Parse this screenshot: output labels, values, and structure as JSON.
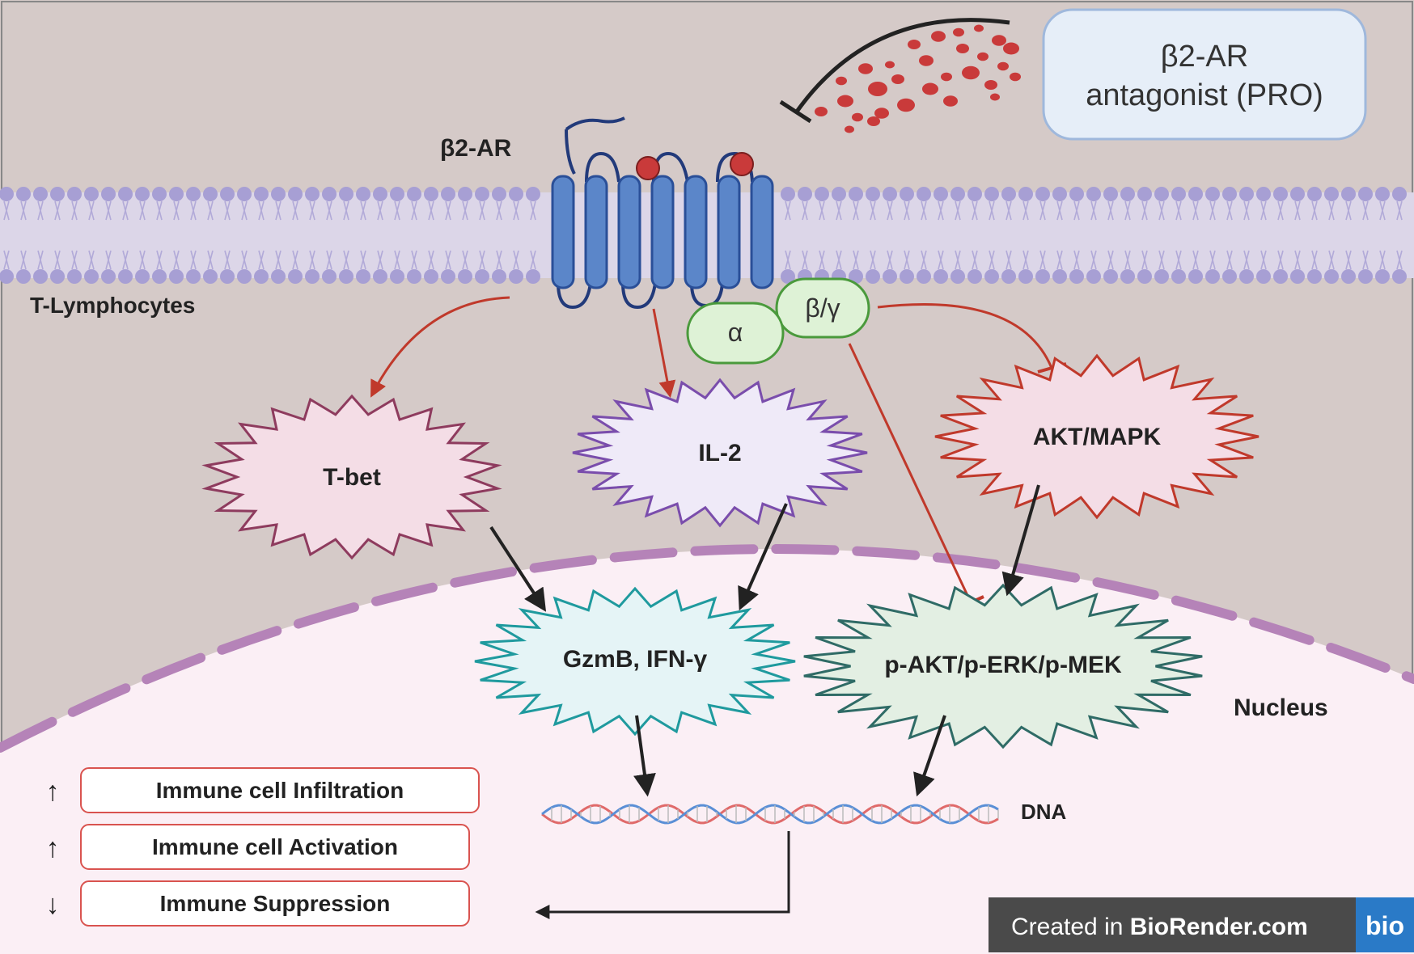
{
  "antagonist_box": {
    "line1": "β2-AR",
    "line2": "antagonist (PRO)"
  },
  "receptor_label": "β2-AR",
  "cell_label": "T-Lymphocytes",
  "g_protein": {
    "alpha": "α",
    "beta_gamma": "β/γ"
  },
  "nodes": {
    "tbet": "T-bet",
    "il2": "IL-2",
    "aktmapk": "AKT/MAPK",
    "gzmb": "GzmB, IFN-γ",
    "pakt": "p-AKT/p-ERK/p-MEK"
  },
  "nucleus_label": "Nucleus",
  "dna_label": "DNA",
  "outcomes": [
    {
      "arrow": "↑",
      "label": "Immune cell Infiltration"
    },
    {
      "arrow": "↑",
      "label": "Immune cell Activation"
    },
    {
      "arrow": "↓",
      "label": "Immune Suppression"
    }
  ],
  "watermark": {
    "prefix": "Created in ",
    "brand": "BioRender.com",
    "logo": "bio"
  },
  "colors": {
    "cytoplasm": "#d5cac8",
    "nucleus": "#fbeff5",
    "membrane_head": "#a79fd4",
    "receptor": "#5b86c9",
    "ligand": "#c93a3a",
    "inhibit_arrow": "#c0392b",
    "activate_arrow": "#222222"
  }
}
